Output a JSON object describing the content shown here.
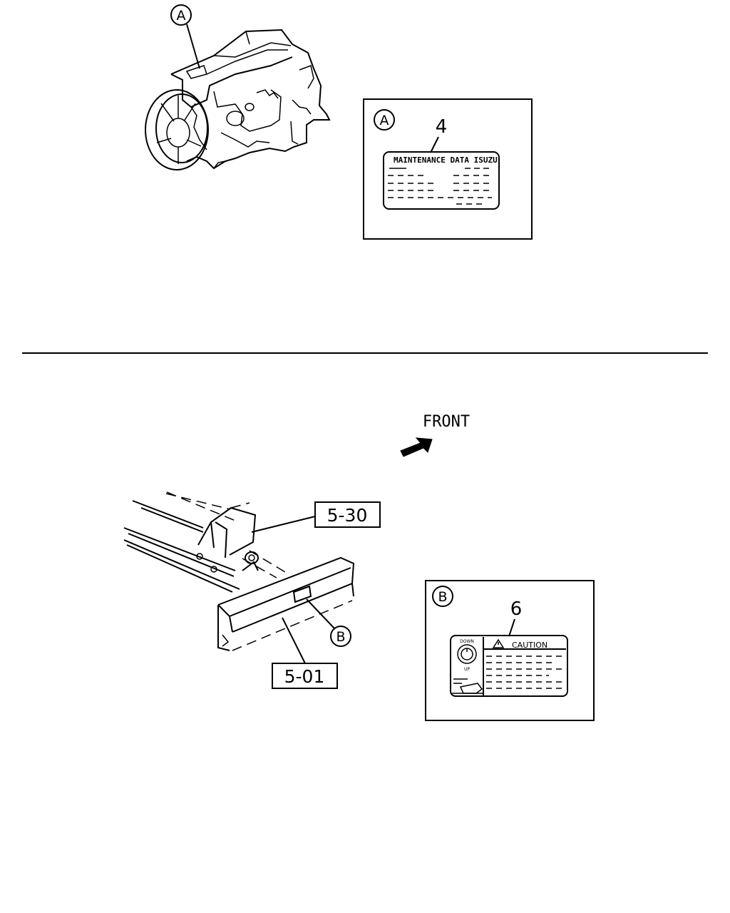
{
  "top_section": {
    "callout_letter": "A",
    "detail": {
      "letter": "A",
      "part_number": "4",
      "label_title": "MAINTENANCE DATA ISUZU"
    }
  },
  "bottom_section": {
    "front_text": "FRONT",
    "ref_upper": "5-30",
    "ref_lower": "5-01",
    "callout_letter": "B",
    "detail": {
      "letter": "B",
      "part_number": "6",
      "caution_text": "CAUTION",
      "knob_top": "DOWN",
      "knob_bottom": "UP"
    }
  },
  "colors": {
    "ink": "#000000",
    "paper": "#ffffff"
  },
  "icons": [
    "warning-triangle-icon",
    "front-arrow-icon",
    "knob-icon"
  ]
}
